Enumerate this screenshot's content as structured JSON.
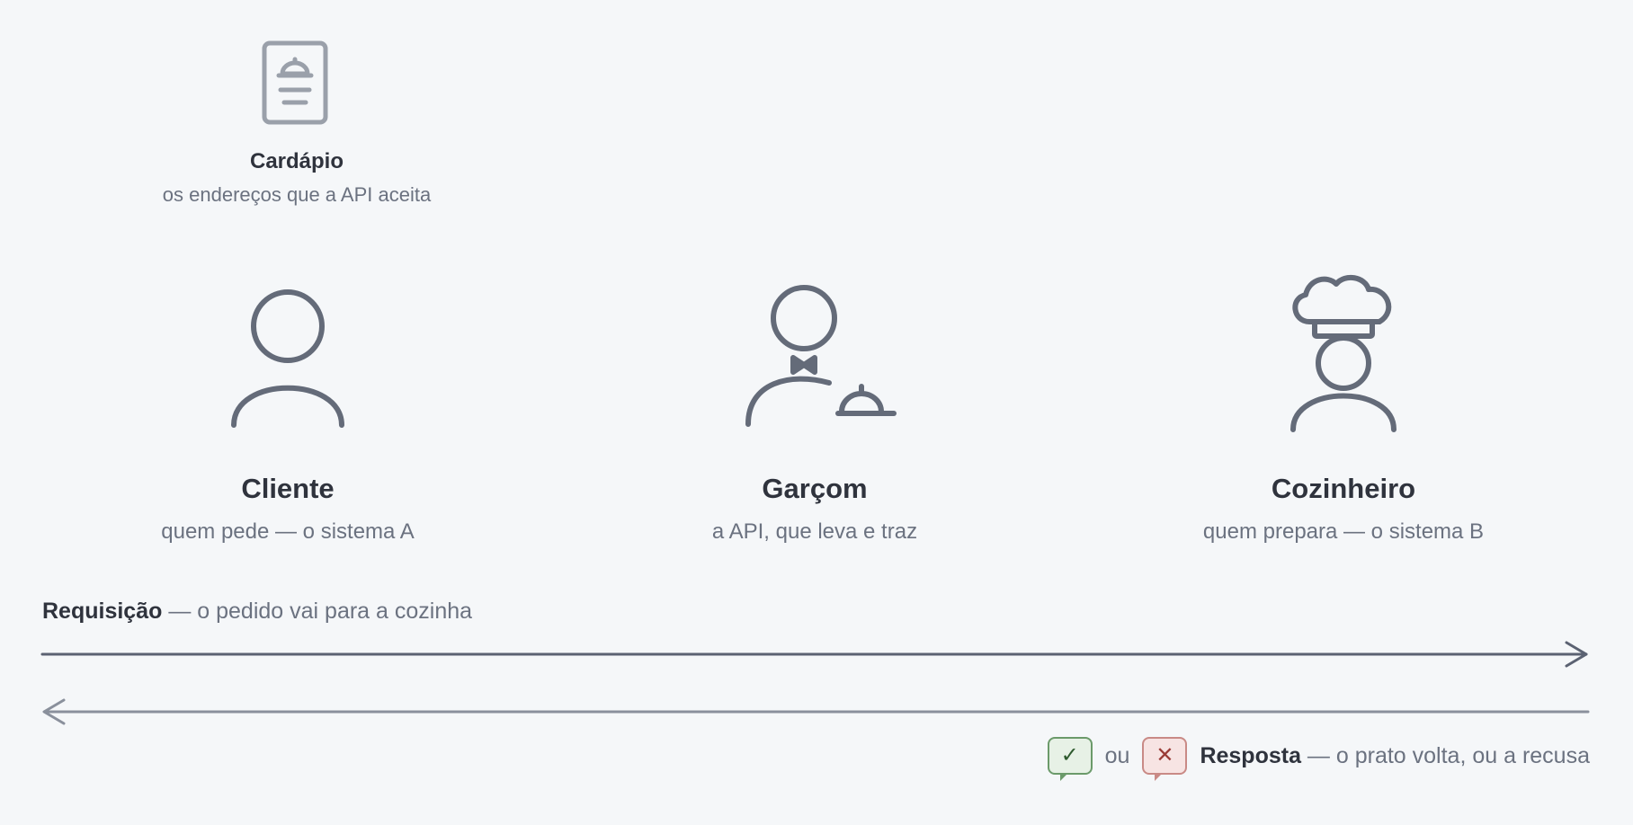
{
  "menu": {
    "icon": "menu-card-cloche-icon",
    "title": "Cardápio",
    "subtitle": "os endereços que a API aceita"
  },
  "actors": [
    {
      "icon": "person-icon",
      "title": "Cliente",
      "subtitle": "quem pede — o sistema A"
    },
    {
      "icon": "waiter-icon",
      "title": "Garçom",
      "subtitle": "a API, que leva e traz"
    },
    {
      "icon": "chef-icon",
      "title": "Cozinheiro",
      "subtitle": "quem prepara — o sistema B"
    }
  ],
  "request": {
    "label": "Requisição",
    "text": " — o pedido vai para a cozinha"
  },
  "response": {
    "ok_symbol": "✓",
    "or_text": "ou",
    "error_symbol": "✕",
    "label": "Resposta",
    "text": " — o prato volta, ou a recusa"
  },
  "colors": {
    "background": "#f5f7f9",
    "icon_stroke": "#646b79",
    "menu_icon_stroke": "#9aa0aa",
    "success": "#6b9a6a",
    "error": "#c98a86"
  }
}
